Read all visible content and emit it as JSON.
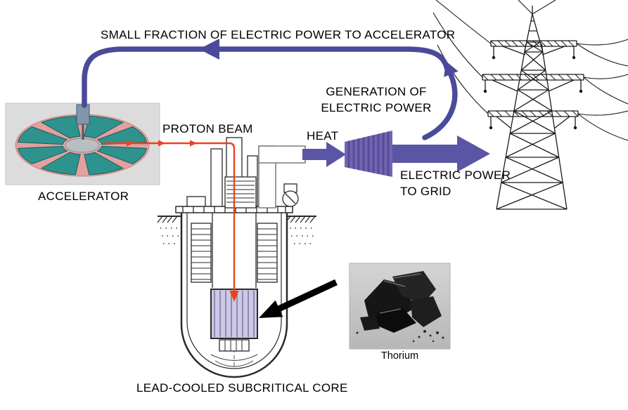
{
  "diagram": {
    "labels": {
      "power_to_accelerator": "SMALL FRACTION OF ELECTRIC POWER TO ACCELERATOR",
      "accelerator": "ACCELERATOR",
      "proton_beam": "PROTON BEAM",
      "heat": "HEAT",
      "generation_line1": "GENERATION OF",
      "generation_line2": "ELECTRIC POWER",
      "grid_line1": "ELECTRIC POWER",
      "grid_line2": "TO GRID",
      "core": "LEAD-COOLED SUBCRITICAL CORE",
      "thorium": "Thorium"
    },
    "colors": {
      "loop_arrow": "#4a4a9a",
      "power_arrow": "#5b55a6",
      "turbine": "#7165ad",
      "turbine_stripe": "#574a9e",
      "proton_beam": "#e8431d",
      "accelerator_teal": "#2e938e",
      "accelerator_pink": "#e2a09e",
      "core_tint": "#cdc9e2"
    }
  }
}
